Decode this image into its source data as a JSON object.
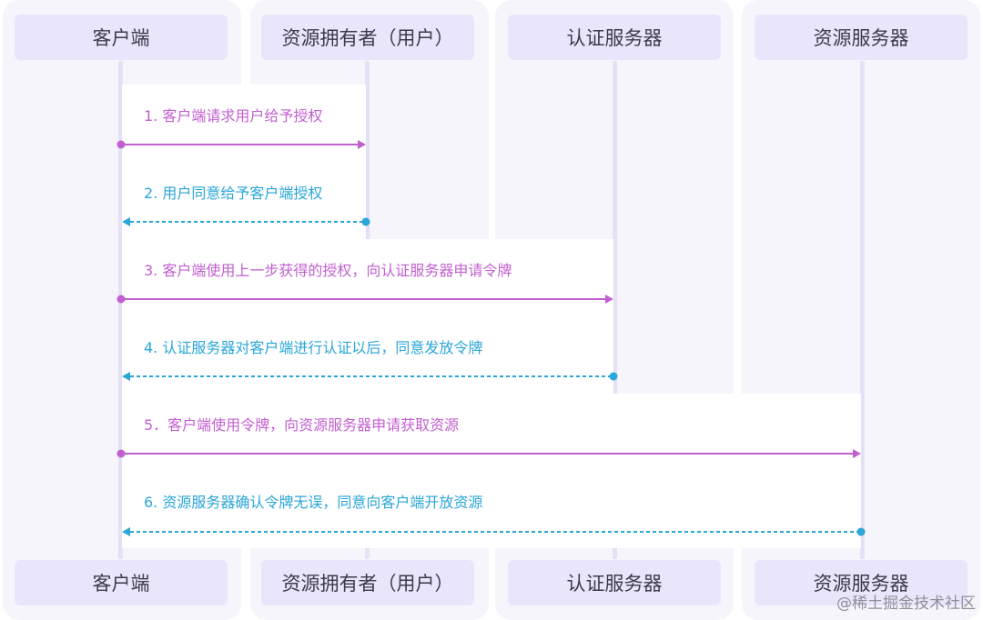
{
  "actors": [
    "客户端",
    "资源拥有者（用户）",
    "认证服务器",
    "资源服务器"
  ],
  "messages": [
    {
      "text": "1. 客户端请求用户给予授权",
      "kind": "request"
    },
    {
      "text": "2. 用户同意给予客户端授权",
      "kind": "response"
    },
    {
      "text": "3. 客户端使用上一步获得的授权，向认证服务器申请令牌",
      "kind": "request"
    },
    {
      "text": "4. 认证服务器对客户端进行认证以后，同意发放令牌",
      "kind": "response"
    },
    {
      "text": "5．客户端使用令牌，向资源服务器申请获取资源",
      "kind": "request"
    },
    {
      "text": "6. 资源服务器确认令牌无误，同意向客户端开放资源",
      "kind": "response"
    }
  ],
  "colors": {
    "request": "#c25fd0",
    "response": "#2aa6d8",
    "actor_box": "#e9e6fb",
    "lane": "#f6f5fc"
  },
  "watermark": "@稀土掘金技术社区"
}
